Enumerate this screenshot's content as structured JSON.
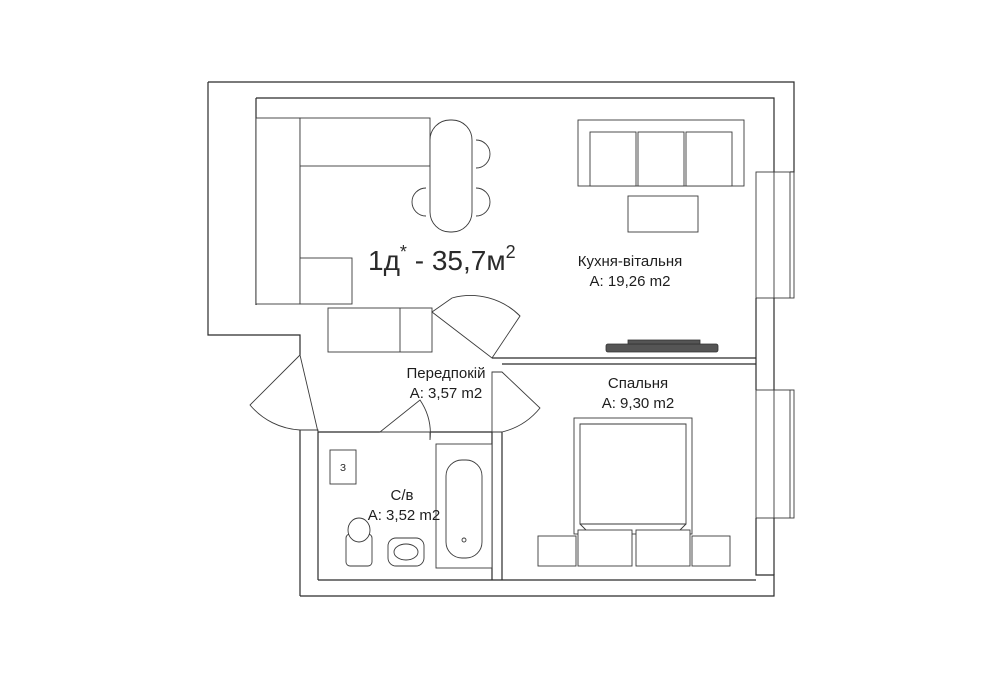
{
  "plan": {
    "title": {
      "prefix": "1д",
      "sup1": "*",
      "mid": " - 35,7м",
      "sup2": "2"
    },
    "rooms": [
      {
        "id": "kitchen",
        "name": "Кухня-вітальня",
        "area": "A: 19,26 m2"
      },
      {
        "id": "hallway",
        "name": "Передпокій",
        "area": "A: 3,57 m2"
      },
      {
        "id": "bedroom",
        "name": "Спальня",
        "area": "A: 9,30 m2"
      },
      {
        "id": "bathroom",
        "name": "С/в",
        "area": "A: 3,52 m2"
      }
    ],
    "boiler_label": "З"
  }
}
